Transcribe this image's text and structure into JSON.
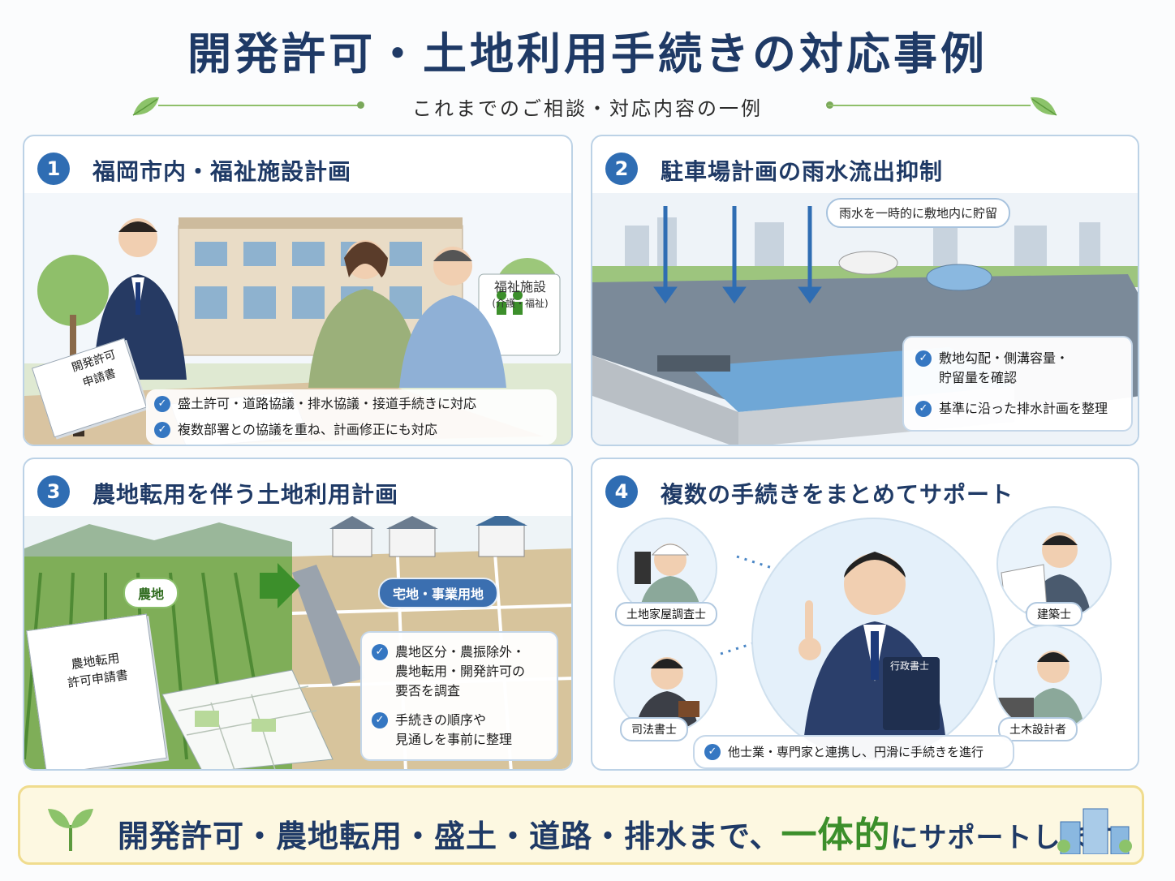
{
  "title": "開発許可・土地利用手続きの対応事例",
  "subtitle": "これまでのご相談・対応内容の一例",
  "panels": [
    {
      "number": "1",
      "title": "福岡市内・福祉施設計画",
      "doc_label_line1": "開発許可",
      "doc_label_line2": "申請書",
      "sign_line1": "福祉施設",
      "sign_line2": "(介護・福祉)",
      "checks": [
        "盛土許可・道路協議・排水協議・接道手続きに対応",
        "複数部署との協議を重ね、計画修正にも対応"
      ]
    },
    {
      "number": "2",
      "title": "駐車場計画の雨水流出抑制",
      "callout": "雨水を一時的に敷地内に貯留",
      "checks": [
        "敷地勾配・側溝容量・\n貯留量を確認",
        "基準に沿った排水計画を整理"
      ]
    },
    {
      "number": "3",
      "title": "農地転用を伴う土地利用計画",
      "label_farm": "農地",
      "label_residential": "宅地・事業用地",
      "doc_label_line1": "農地転用",
      "doc_label_line2": "許可申請書",
      "checks": [
        "農地区分・農振除外・\n農地転用・開発許可の\n要否を調査",
        "手続きの順序や\n見通しを事前に整理"
      ]
    },
    {
      "number": "4",
      "title": "複数の手続きをまとめてサポート",
      "center_book": "行政書士",
      "roles": [
        "土地家屋調査士",
        "建築士",
        "司法書士",
        "土木設計者"
      ],
      "check": "他士業・専門家と連携し、円滑に手続きを進行"
    }
  ],
  "banner": {
    "part1": "開発許可・農地転用・盛土・道路・排水まで、",
    "highlight": "一体的",
    "part2": "にサポートします。"
  },
  "colors": {
    "title": "#1f3a66",
    "accent_blue": "#2f6db3",
    "accent_green": "#3c8f2b",
    "banner_bg": "#fdf8e1"
  }
}
